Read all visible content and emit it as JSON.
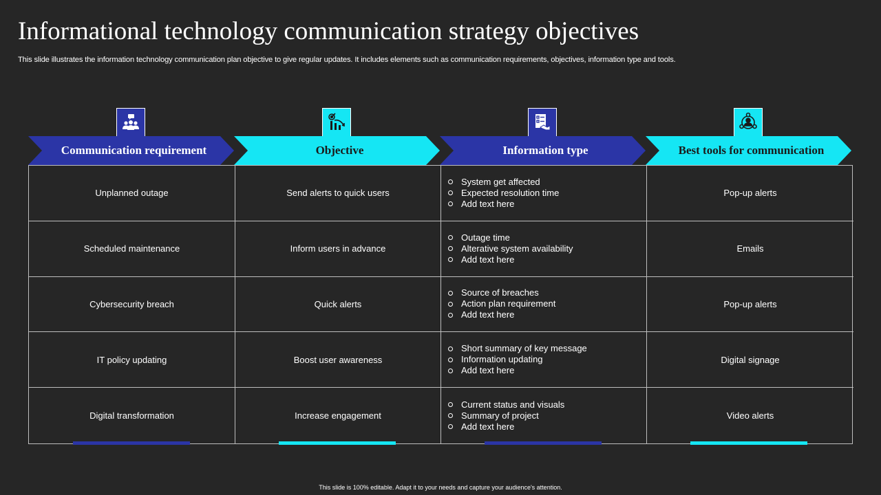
{
  "slide": {
    "title": "Informational technology communication strategy objectives",
    "subtitle": "This slide illustrates the information technology communication plan objective to give regular updates. It includes elements such as communication requirements, objectives, information type and tools.",
    "footer": "This slide is 100% editable. Adapt it to your needs and capture your audience's attention."
  },
  "colors": {
    "background": "#262626",
    "navy_accent": "#2b35a6",
    "cyan_accent": "#15e6f4",
    "grid_lines": "#bfbfbf"
  },
  "columns": [
    {
      "label": "Communication requirement",
      "icon": "team-chat-icon",
      "accent": "navy"
    },
    {
      "label": "Objective",
      "icon": "target-chart-icon",
      "accent": "cyan"
    },
    {
      "label": "Information type",
      "icon": "checklist-handshake-icon",
      "accent": "navy"
    },
    {
      "label": "Best tools for communication",
      "icon": "network-user-icon",
      "accent": "cyan"
    }
  ],
  "rows": [
    {
      "requirement": "Unplanned  outage",
      "objective": "Send alerts to quick users",
      "info": [
        "System get affected",
        "Expected resolution time",
        "Add text here"
      ],
      "tool": "Pop-up alerts"
    },
    {
      "requirement": "Scheduled maintenance",
      "objective": "Inform  users in advance",
      "info": [
        "Outage time",
        "Alterative  system availability",
        "Add text here"
      ],
      "tool": "Emails"
    },
    {
      "requirement": "Cybersecurity  breach",
      "objective": "Quick alerts",
      "info": [
        "Source of breaches",
        "Action plan requirement",
        "Add text here"
      ],
      "tool": "Pop-up alerts"
    },
    {
      "requirement": "IT policy updating",
      "objective": "Boost user awareness",
      "info": [
        "Short summary of key message",
        "Information  updating",
        "Add text here"
      ],
      "tool": "Digital signage"
    },
    {
      "requirement": "Digital transformation",
      "objective": "Increase engagement",
      "info": [
        "Current  status and visuals",
        "Summary of project",
        "Add text here"
      ],
      "tool": "Video alerts"
    }
  ]
}
